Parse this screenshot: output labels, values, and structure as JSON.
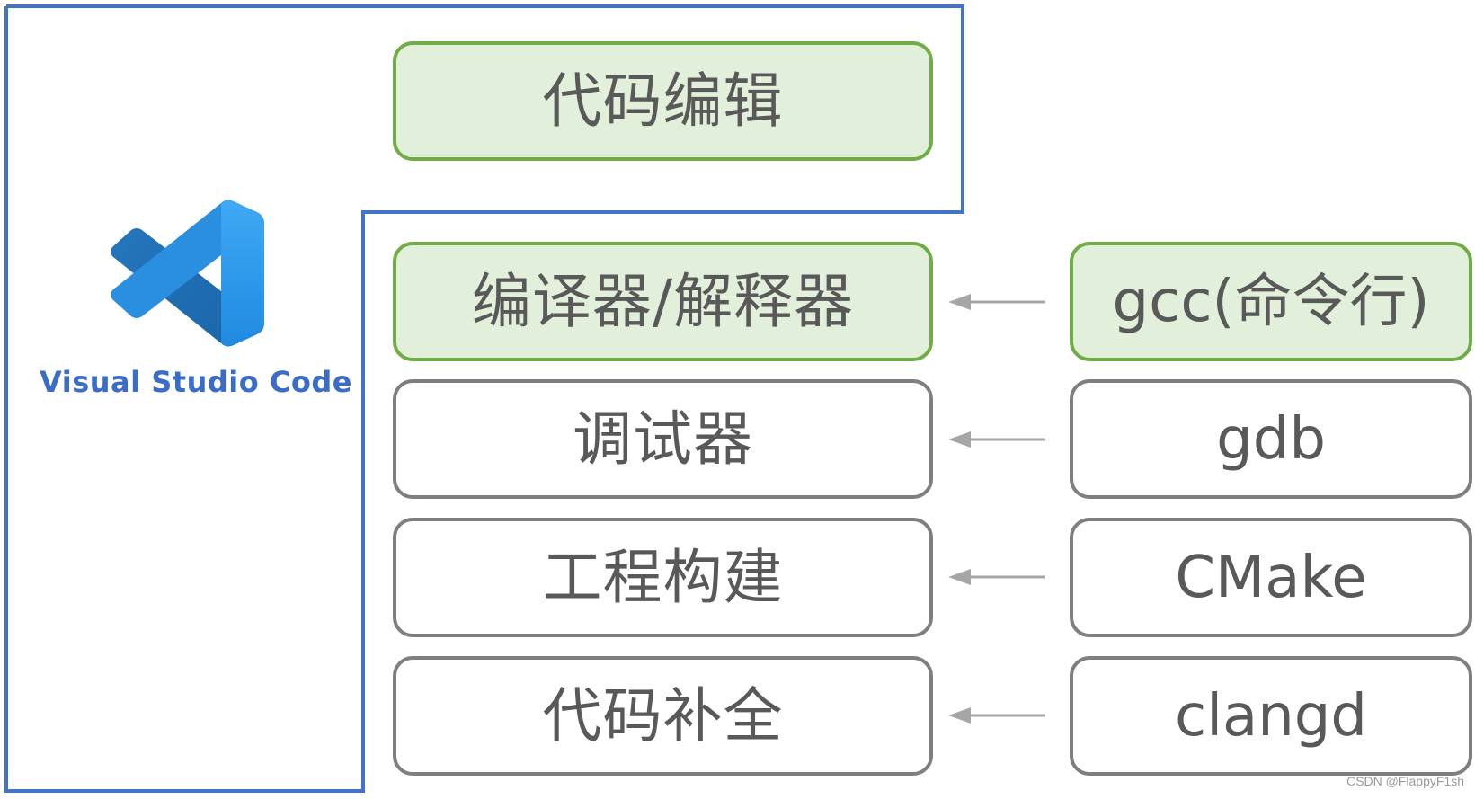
{
  "app": {
    "name": "Visual Studio Code",
    "logo_icon": "vscode-logo-icon"
  },
  "vscode_features": [
    {
      "label": "代码编辑",
      "highlight": true
    },
    {
      "label": "编译器/解释器",
      "highlight": true
    },
    {
      "label": "调试器",
      "highlight": false
    },
    {
      "label": "工程构建",
      "highlight": false
    },
    {
      "label": "代码补全",
      "highlight": false
    }
  ],
  "external_tools": [
    {
      "label": "gcc(命令行)",
      "highlight": true
    },
    {
      "label": "gdb",
      "highlight": false
    },
    {
      "label": "CMake",
      "highlight": false
    },
    {
      "label": "clangd",
      "highlight": false
    }
  ],
  "watermark": "CSDN @FlappyF1sh",
  "colors": {
    "outline_blue": "#4472c4",
    "highlight_fill": "#e2efda",
    "highlight_border": "#70ad47",
    "plain_border": "#7f7f7f",
    "arrow": "#a6a6a6",
    "logo_text": "#3a6cc8"
  }
}
